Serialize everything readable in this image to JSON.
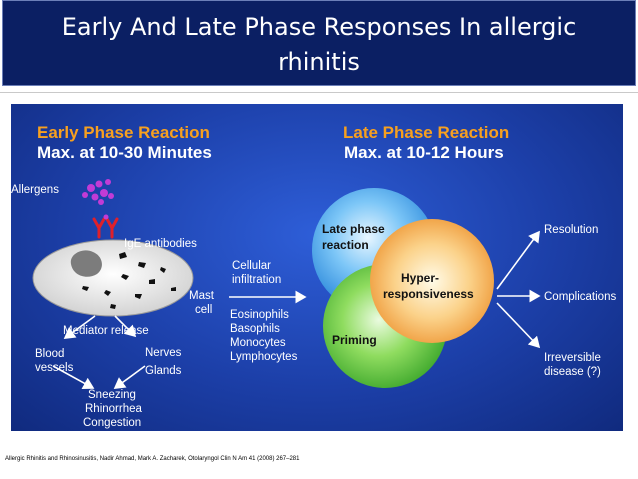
{
  "slide": {
    "title_line1": "Early And Late Phase Responses In allergic",
    "title_line2": "rhinitis",
    "source": "Allergic Rhinitis and Rhinosinusitis, Nadir Ahmad, Mark A. Zacharek, Otolaryngol Clin N Am 41 (2008) 267–281"
  },
  "diagram": {
    "early": {
      "heading1": "Early Phase Reaction",
      "heading2": "Max. at 10-30 Minutes",
      "allergens": "Allergens",
      "ige": "IgE antibodies",
      "mast1": "Mast",
      "mast2": "cell",
      "mediator": "Mediator release",
      "blood1": "Blood",
      "blood2": "vessels",
      "nerves": "Nerves",
      "glands": "Glands",
      "sneezing": "Sneezing",
      "rhinorrhea": "Rhinorrhea",
      "congestion": "Congestion"
    },
    "late": {
      "heading1": "Late Phase Reaction",
      "heading2": "Max. at 10-12 Hours",
      "cellular1": "Cellular",
      "cellular2": "infiltration",
      "cells": [
        "Eosinophils",
        "Basophils",
        "Monocytes",
        "Lymphocytes"
      ],
      "lpr1": "Late phase",
      "lpr2": "reaction",
      "hyper1": "Hyper-",
      "hyper2": "responsiveness",
      "priming": "Priming",
      "resolution": "Resolution",
      "complications": "Complications",
      "irreversible1": "Irreversible",
      "irreversible2": "disease (?)"
    },
    "colors": {
      "background": "#1c3fa8",
      "orange_heading": "#f7a01f",
      "allergen": "#c23bd6",
      "antibody": "#e0202a",
      "late_circle": "#3aa3f0",
      "priming_circle": "#4fc23a",
      "hyper_circle": "#f2a23a"
    }
  }
}
